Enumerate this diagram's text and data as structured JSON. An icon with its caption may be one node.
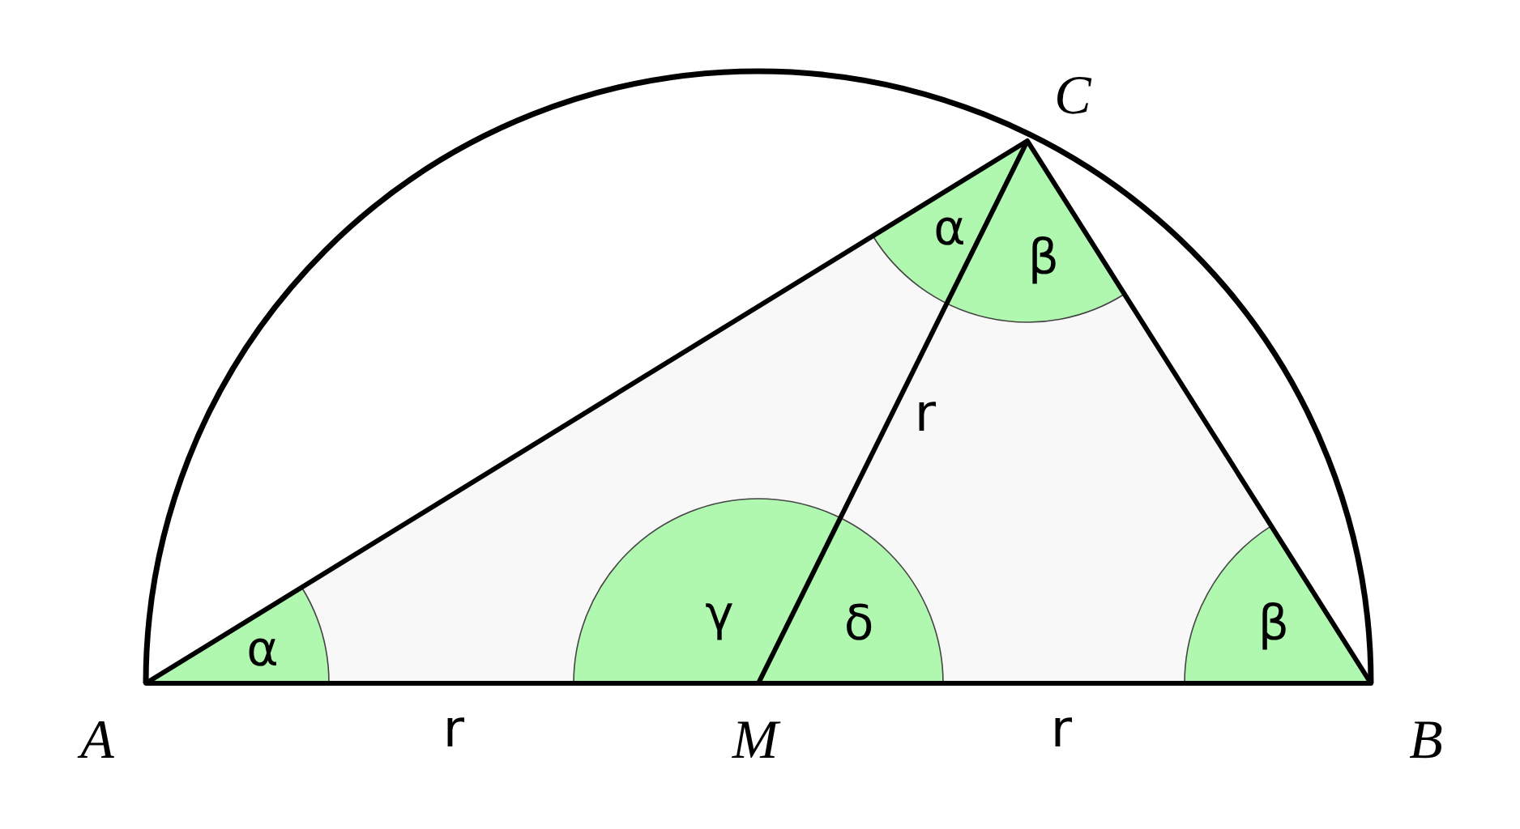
{
  "diagram": {
    "labels": [
      "C",
      "α",
      "β",
      "r",
      "γ",
      "δ",
      "α",
      "β",
      "A",
      "r",
      "M",
      "r",
      "B"
    ]
  }
}
